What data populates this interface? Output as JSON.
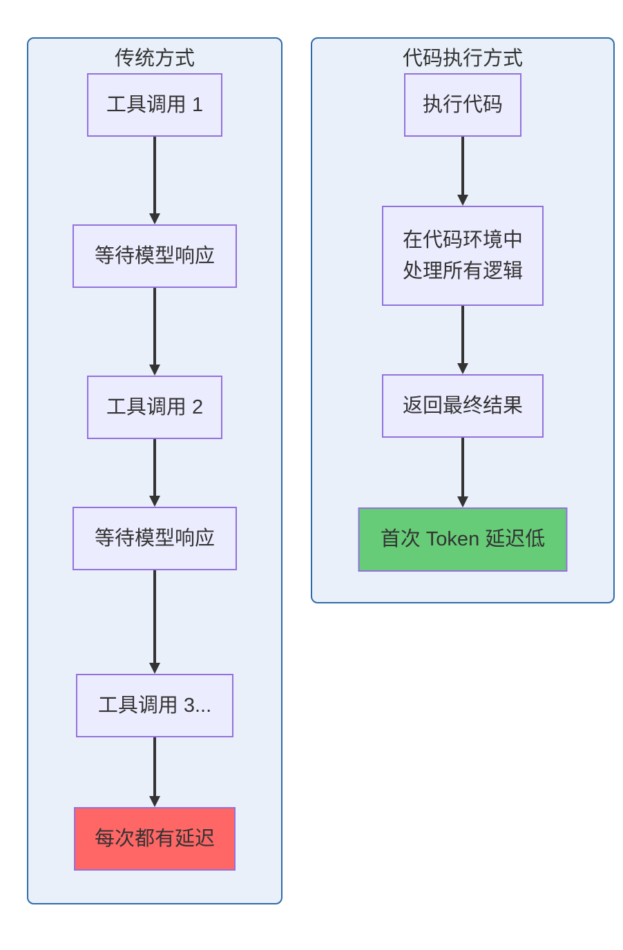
{
  "colors": {
    "cluster_fill": "#E9F0FA",
    "cluster_border": "#2C6BA8",
    "node_fill": "#ECECFF",
    "node_border": "#9370DB",
    "warning_fill": "#FF6666",
    "success_fill": "#66CC77",
    "text": "#333333",
    "edge": "#333333",
    "page_bg": "#FFFFFF"
  },
  "clusters": [
    {
      "title": "传统方式",
      "nodes": [
        {
          "label": "工具调用 1"
        },
        {
          "label": "等待模型响应"
        },
        {
          "label": "工具调用 2"
        },
        {
          "label": "等待模型响应"
        },
        {
          "label": "工具调用 3..."
        },
        {
          "label": "每次都有延迟",
          "variant": "warning"
        }
      ]
    },
    {
      "title": "代码执行方式",
      "nodes": [
        {
          "label": "执行代码"
        },
        {
          "label": "在代码环境中\n处理所有逻辑"
        },
        {
          "label": "返回最终结果"
        },
        {
          "label": "首次 Token 延迟低",
          "variant": "success"
        }
      ]
    }
  ]
}
